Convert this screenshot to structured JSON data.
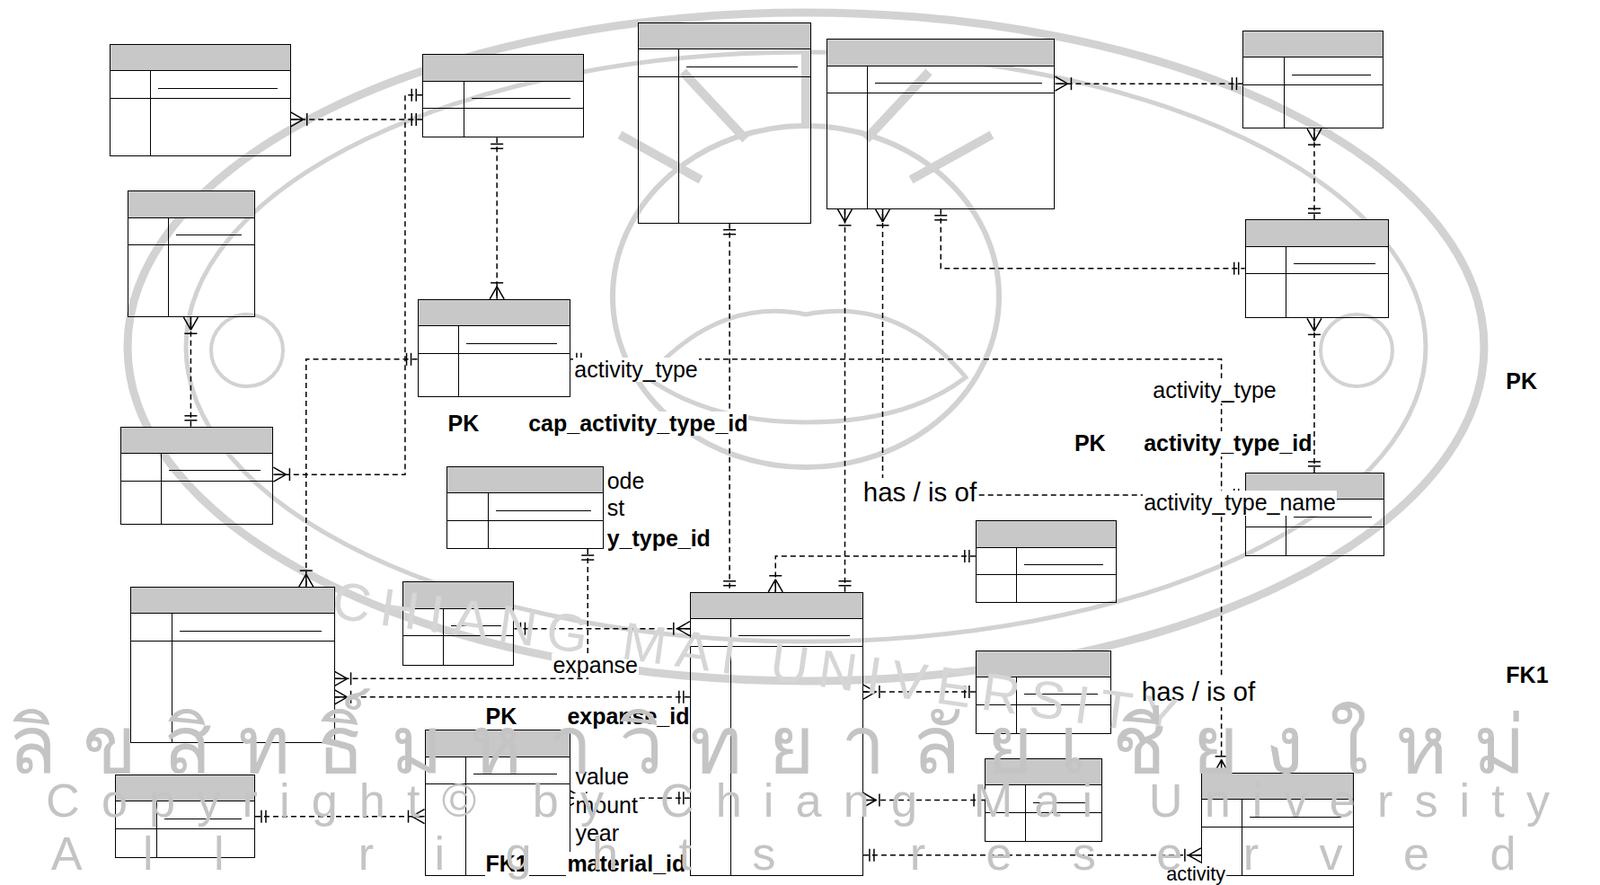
{
  "diagram": {
    "nodes": [
      {
        "text": []
      },
      {
        "text": []
      },
      {
        "text": []
      },
      {
        "text": []
      },
      {
        "text": []
      },
      {
        "text": []
      },
      {
        "text": []
      },
      {
        "text": []
      },
      {
        "text": []
      },
      {
        "text": []
      },
      {
        "text": []
      },
      {
        "text": []
      },
      {
        "text": []
      },
      {
        "text": []
      },
      {
        "text": []
      },
      {
        "text": []
      },
      {
        "text": []
      },
      {
        "text": []
      },
      {
        "text": []
      },
      {
        "text": []
      }
    ],
    "edges": [
      {
        "from": 1,
        "to": 0,
        "arrow": "to"
      },
      {
        "from": 1,
        "to": 8,
        "arrow": "to"
      },
      {
        "from": 1,
        "to": 7,
        "arrow": "to"
      },
      {
        "from": 8,
        "to": 5,
        "arrow": "to"
      },
      {
        "from": 7,
        "to": 12,
        "arrow": "to"
      },
      {
        "from": 7,
        "to": 19,
        "arrow": "to"
      },
      {
        "from": 2,
        "to": 14,
        "arrow": "none"
      },
      {
        "from": 14,
        "to": 3,
        "arrow": "to"
      },
      {
        "from": 10,
        "to": 3,
        "arrow": "to"
      },
      {
        "from": 3,
        "to": 6,
        "arrow": "none"
      },
      {
        "from": 4,
        "to": 3,
        "arrow": "to"
      },
      {
        "from": 6,
        "to": 4,
        "arrow": "to"
      },
      {
        "from": 10,
        "to": 6,
        "arrow": "to"
      },
      {
        "from": 11,
        "to": 14,
        "arrow": "to"
      },
      {
        "from": 13,
        "to": 14,
        "arrow": "to"
      },
      {
        "from": 9,
        "to": 12,
        "arrow": "to"
      },
      {
        "from": 14,
        "to": 12,
        "arrow": "to"
      },
      {
        "from": 15,
        "to": 14,
        "arrow": "to"
      },
      {
        "from": 14,
        "to": 16,
        "arrow": "to"
      },
      {
        "from": 17,
        "to": 14,
        "arrow": "to"
      },
      {
        "from": 18,
        "to": 16,
        "arrow": "to"
      },
      {
        "from": 14,
        "to": 19,
        "arrow": "to"
      }
    ],
    "labels": [
      "activity_type",
      "PK",
      "cap_activity_type_id",
      "ode",
      "st",
      "y_type_id",
      "activity_type",
      "PK",
      "activity_type_id",
      "has / is of",
      "activity_type_name",
      "PK",
      "FK1",
      "expanse",
      "PK",
      "expanse_id",
      "has / is of",
      "value",
      "mount",
      "year",
      "FK1",
      "material_id",
      "activity",
      "CHIANG MAI UNIVERSITY",
      "ลิขสิทธิ์มหาวิทยาลัยเชียงใหม่",
      "Copyright© by Chiang Mai University",
      "All rights reserved"
    ]
  }
}
